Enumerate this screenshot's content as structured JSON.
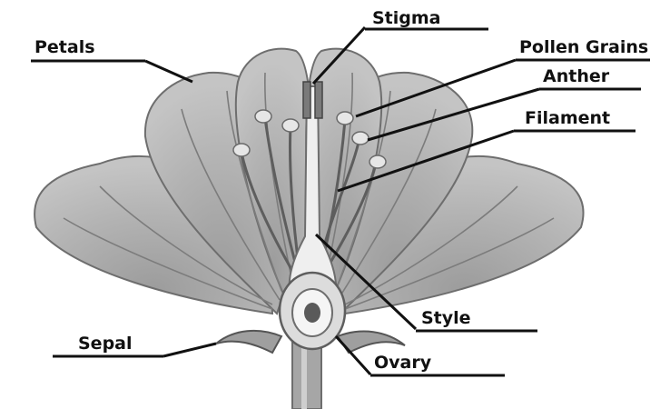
{
  "labels": {
    "stigma": "Stigma",
    "petals": "Petals",
    "pollen_grains": "Pollen Grains",
    "anther": "Anther",
    "filament": "Filament",
    "style": "Style",
    "sepal": "Sepal",
    "ovary": "Ovary"
  },
  "colors": {
    "petal_light": "#bdbdbd",
    "petal_mid": "#a9a9a9",
    "petal_dark": "#8c8c8c",
    "ink": "#111111",
    "pollen": "#e8e8e8"
  }
}
